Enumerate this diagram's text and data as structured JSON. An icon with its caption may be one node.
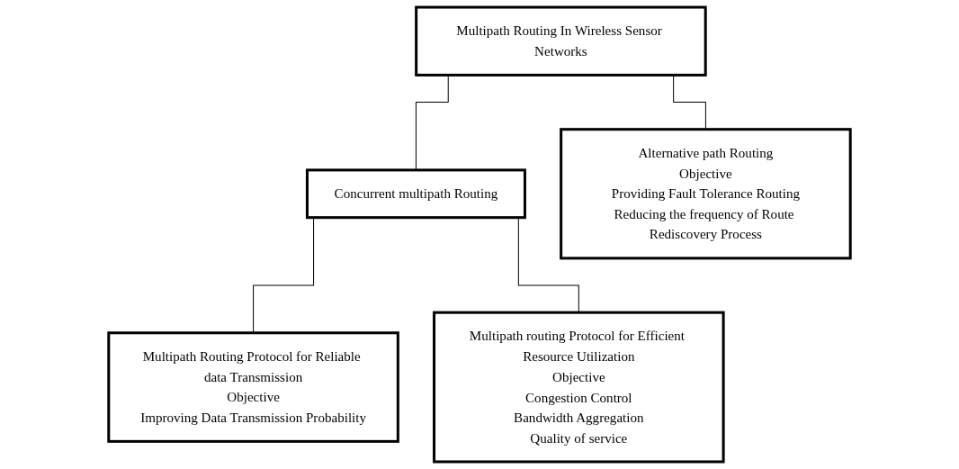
{
  "diagram": {
    "nodes": [
      {
        "text": [
          "Multipath Routing In Wireless Sensor Networks"
        ]
      },
      {
        "text": [
          "Concurrent multipath Routing"
        ]
      },
      {
        "text": [
          "Alternative path Routing",
          "Objective",
          "Providing Fault Tolerance Routing",
          "Reducing the frequency of Route Rediscovery Process"
        ]
      },
      {
        "text": [
          "Multipath Routing Protocol for Reliable data Transmission",
          "Objective",
          "Improving Data Transmission Probability"
        ]
      },
      {
        "text": [
          "Multipath routing Protocol for Efficient Resource Utilization",
          "Objective",
          "Congestion Control",
          "Bandwidth Aggregation",
          "Quality of service"
        ]
      }
    ],
    "edges": [
      {
        "from": 0,
        "to": 2,
        "arrow": "none"
      },
      {
        "from": 0,
        "to": 1,
        "arrow": "none"
      },
      {
        "from": 1,
        "to": 3,
        "arrow": "none"
      },
      {
        "from": 1,
        "to": 4,
        "arrow": "none"
      }
    ]
  }
}
